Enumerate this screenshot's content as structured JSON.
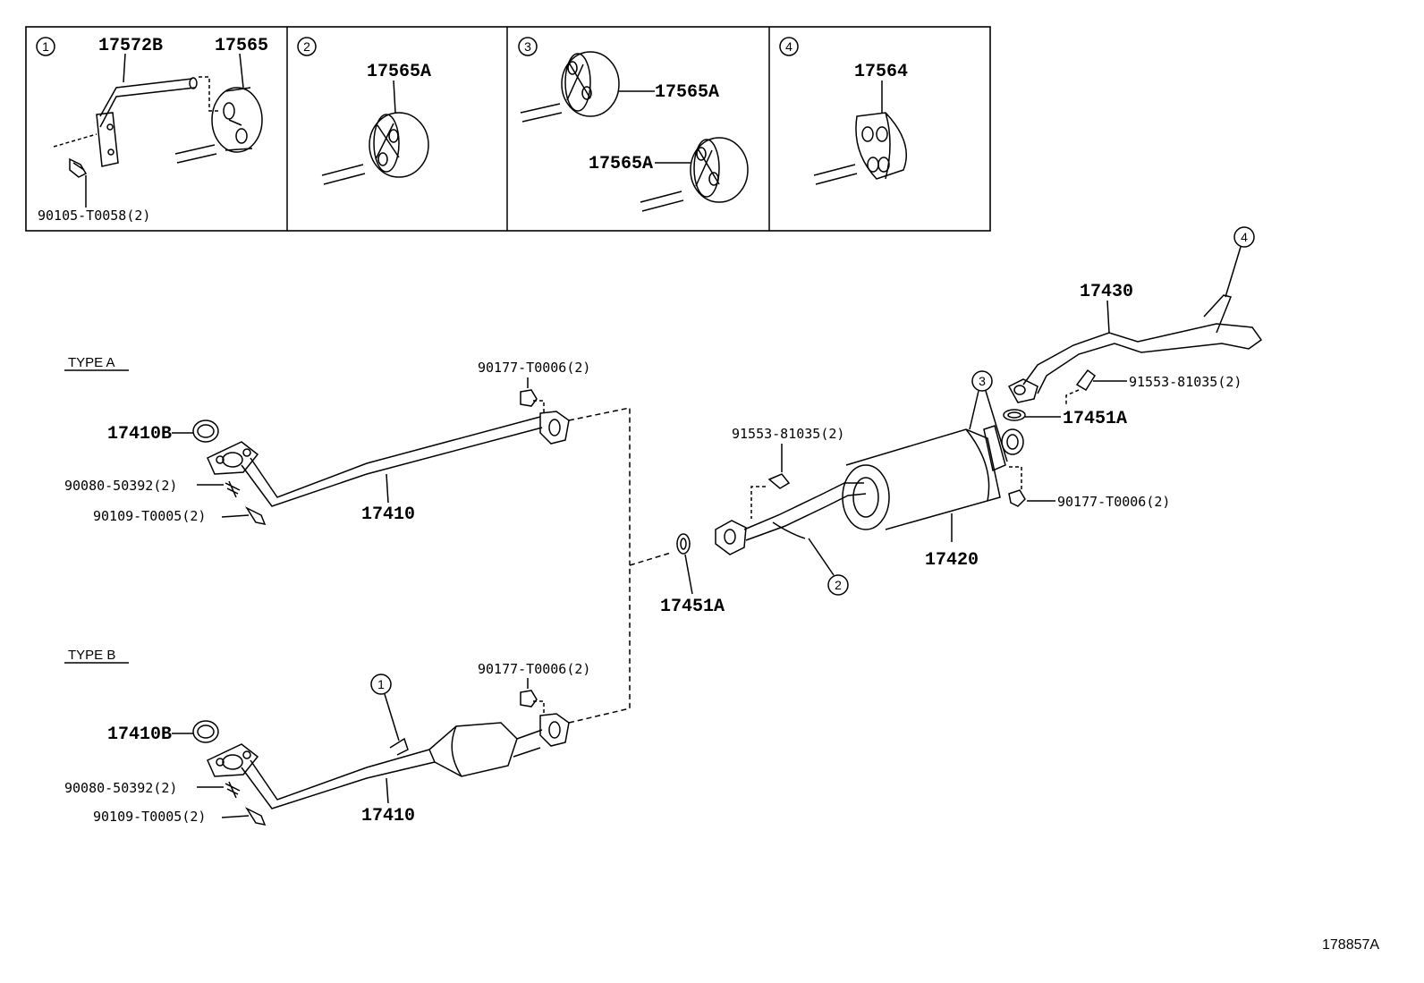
{
  "inset": {
    "panel1": {
      "num": "1",
      "labels": [
        "17572B",
        "17565",
        "90105-T0058(2)"
      ]
    },
    "panel2": {
      "num": "2",
      "labels": [
        "17565A"
      ]
    },
    "panel3": {
      "num": "3",
      "labels": [
        "17565A",
        "17565A"
      ]
    },
    "panel4": {
      "num": "4",
      "labels": [
        "17564"
      ]
    }
  },
  "type_a": {
    "heading": "TYPE A",
    "gasket": "17410B",
    "stud": "90080-50392(2)",
    "nut_front": "90109-T0005(2)",
    "pipe": "17410",
    "nut_rear": "90177-T0006(2)"
  },
  "type_b": {
    "heading": "TYPE B",
    "gasket": "17410B",
    "stud": "90080-50392(2)",
    "nut_front": "90109-T0005(2)",
    "pipe": "17410",
    "nut_rear": "90177-T0006(2)",
    "callout": "1"
  },
  "center": {
    "gasket": "17451A",
    "bolt": "91553-81035(2)",
    "muffler": "17420",
    "callout_2": "2",
    "callout_3": "3",
    "nut": "90177-T0006(2)"
  },
  "tail": {
    "pipe": "17430",
    "callout_4": "4",
    "bolt": "91553-81035(2)",
    "gasket": "17451A"
  },
  "figure_id": "178857A"
}
